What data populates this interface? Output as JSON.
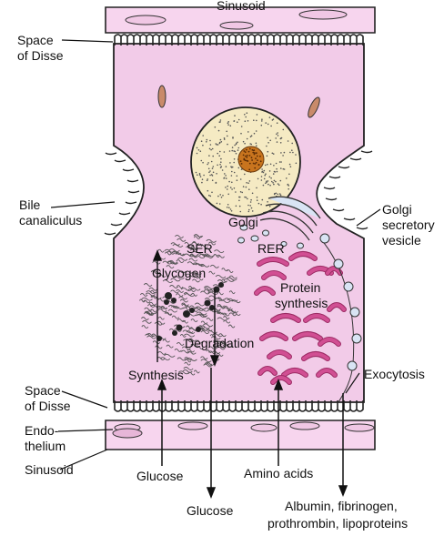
{
  "labels": {
    "sinusoid_top": "Sinusoid",
    "space_disse_top_1": "Space",
    "space_disse_top_2": "of Disse",
    "bile_1": "Bile",
    "bile_2": "canaliculus",
    "golgi_vesicle_1": "Golgi",
    "golgi_vesicle_2": "secretory",
    "golgi_vesicle_3": "vesicle",
    "golgi": "Golgi",
    "ser": "SER",
    "rer": "RER",
    "glycogen": "Glycogen",
    "protein_1": "Protein",
    "protein_2": "synthesis",
    "degradation": "Degradation",
    "synthesis": "Synthesis",
    "exocytosis": "Exocytosis",
    "space_disse_bot_1": "Space",
    "space_disse_bot_2": "of Disse",
    "endo_1": "Endo-",
    "endo_2": "thelium",
    "sinusoid_bot": "Sinusoid",
    "glucose_in": "Glucose",
    "glucose_out": "Glucose",
    "amino_acids": "Amino acids",
    "products_1": "Albumin, fibrinogen,",
    "products_2": "prothrombin, lipoproteins"
  },
  "colors": {
    "cytoplasm": "#f2cbe8",
    "sinusoid": "#f7d5ee",
    "nucleus": "#f5eac3",
    "nucleolus": "#c8741e",
    "rer": "#d14f93",
    "mitochondria": "#c98a6a"
  }
}
